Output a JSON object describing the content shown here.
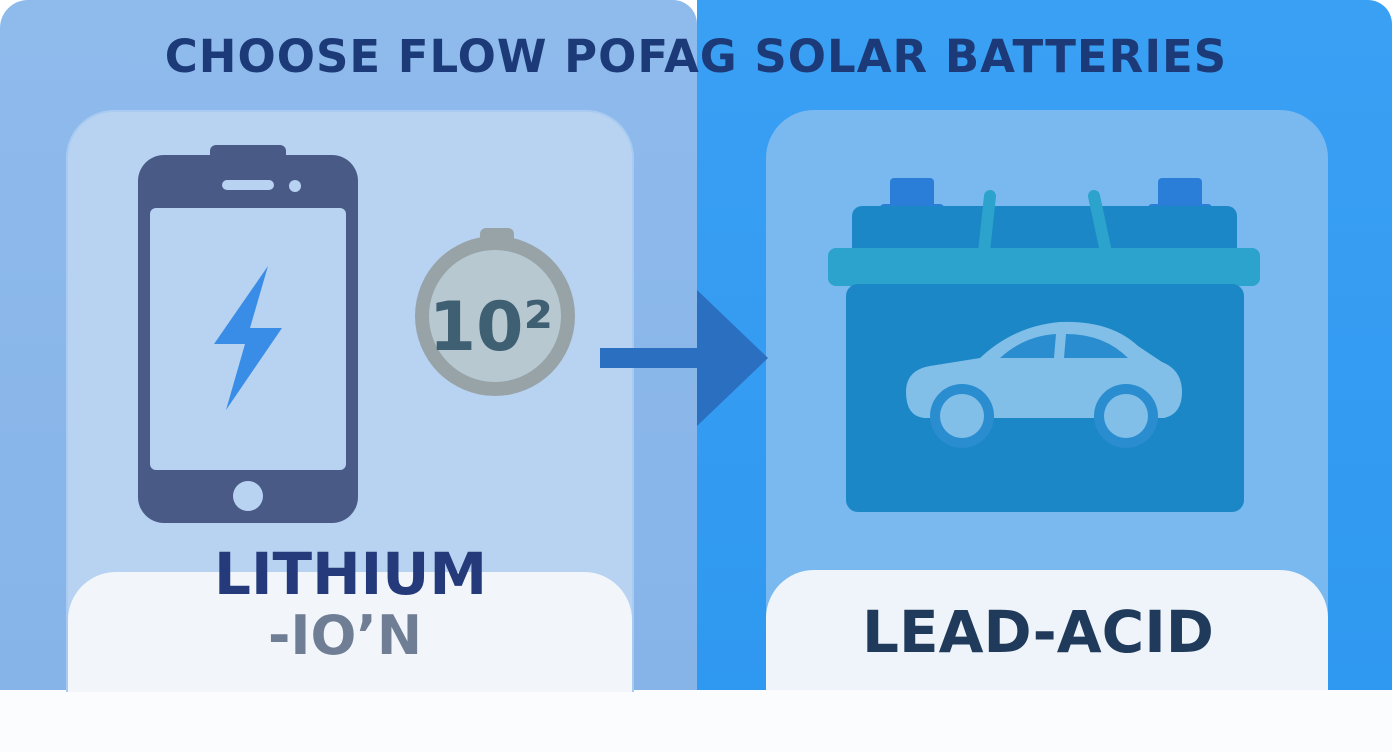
{
  "title": "CHOOSE FLOW POFAG SOLAR BATTERIES",
  "left": {
    "label_line1": "LITHIUM",
    "label_line2": "-IO’N",
    "badge_text": "10²",
    "icons": [
      "phone-icon",
      "lightning-bolt-icon",
      "badge-icon"
    ]
  },
  "right": {
    "label": "LEAD-ACID",
    "icons": [
      "car-battery-icon",
      "car-icon"
    ]
  },
  "arrow_icon": "arrow-right-icon",
  "colors": {
    "left_bg": "#8fbaec",
    "right_bg": "#3aa0f4",
    "title": "#1d3a78",
    "phone": "#4a5a86",
    "bolt": "#3a8de6",
    "battery": "#1b87c6",
    "battery_lid": "#2ba3cc"
  }
}
